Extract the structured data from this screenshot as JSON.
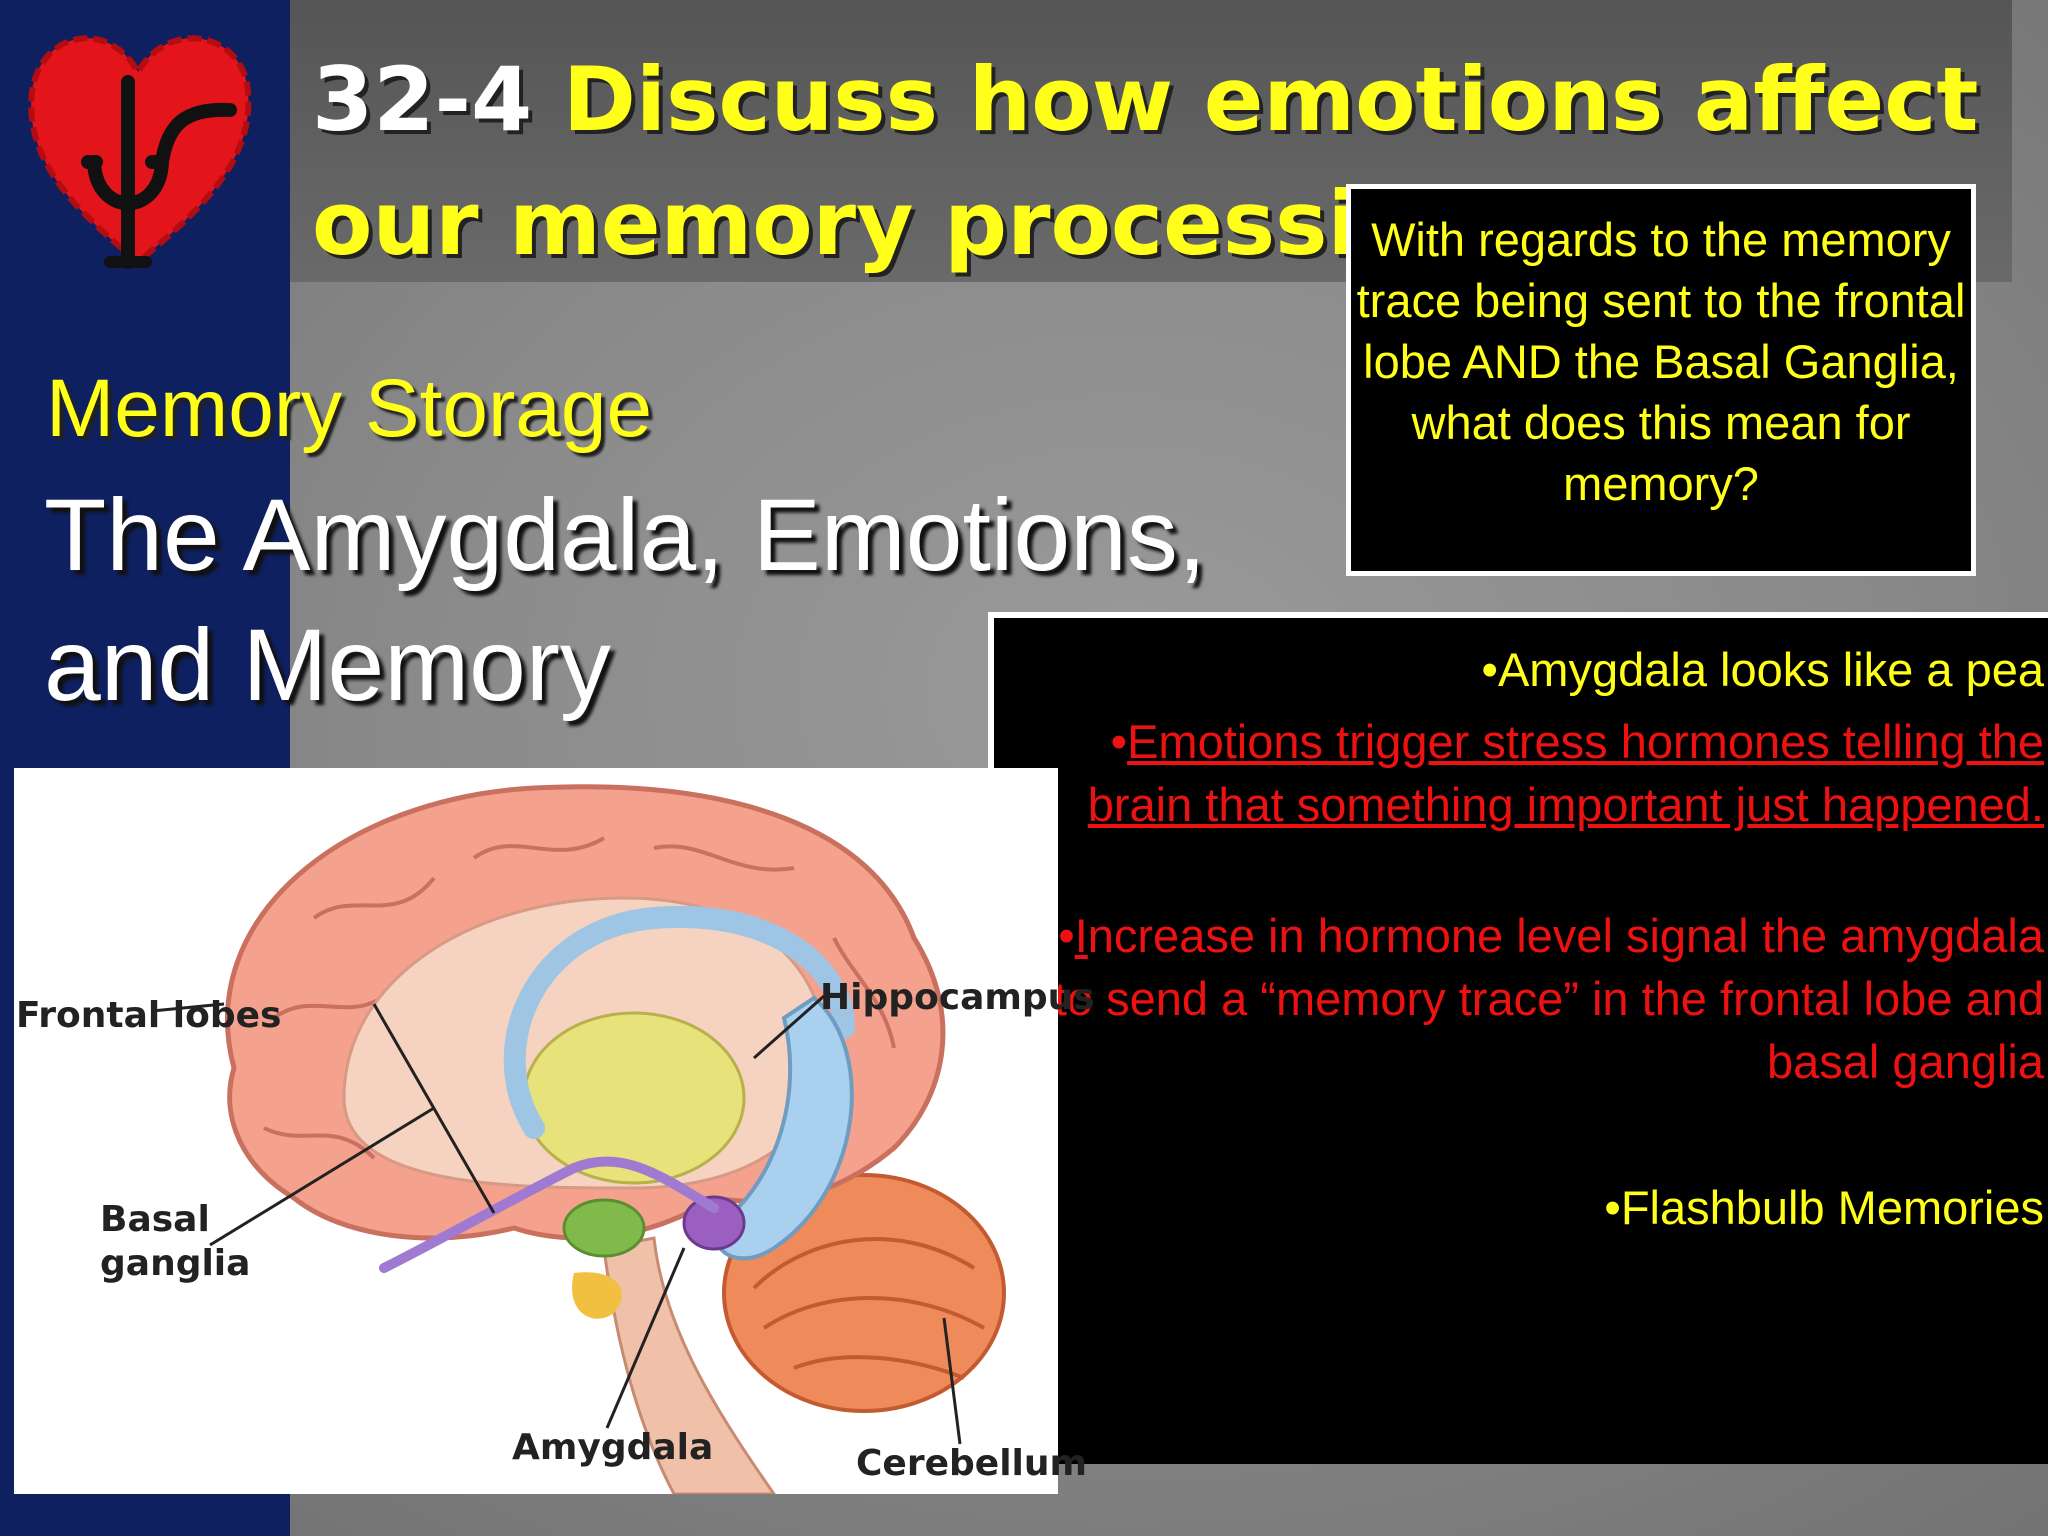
{
  "slide": {
    "title_number": "32-4",
    "title_text": "Discuss how emotions affect our memory processing",
    "subtitle": "Memory Storage",
    "heading_line1": "The Amygdala, Emotions,",
    "heading_line2": "and Memory"
  },
  "question_box": {
    "text": "With regards to the memory trace being sent to the frontal lobe AND the Basal Ganglia, what does this mean for memory?"
  },
  "notes": {
    "item1": "•Amygdala looks like a pea",
    "item2_bullet": "•",
    "item2": "Emotions trigger stress hormones telling the brain that something important just happened.",
    "item3_bullet": "•",
    "item3_first_letter": "I",
    "item3_rest": "ncrease in hormone level signal the amygdala to send a “memory trace” in the frontal lobe and basal ganglia",
    "item4": "•Flashbulb Memories"
  },
  "diagram_labels": {
    "frontal_lobes": "Frontal lobes",
    "basal_ganglia": "Basal ganglia",
    "hippocampus": "Hippocampus",
    "amygdala": "Amygdala",
    "cerebellum": "Cerebellum"
  },
  "colors": {
    "accent_yellow": "#ffff1a",
    "accent_red": "#ee1111",
    "left_bar_navy": "#0f2060"
  },
  "icons": {
    "logo": "heart-psi-logo-icon"
  }
}
